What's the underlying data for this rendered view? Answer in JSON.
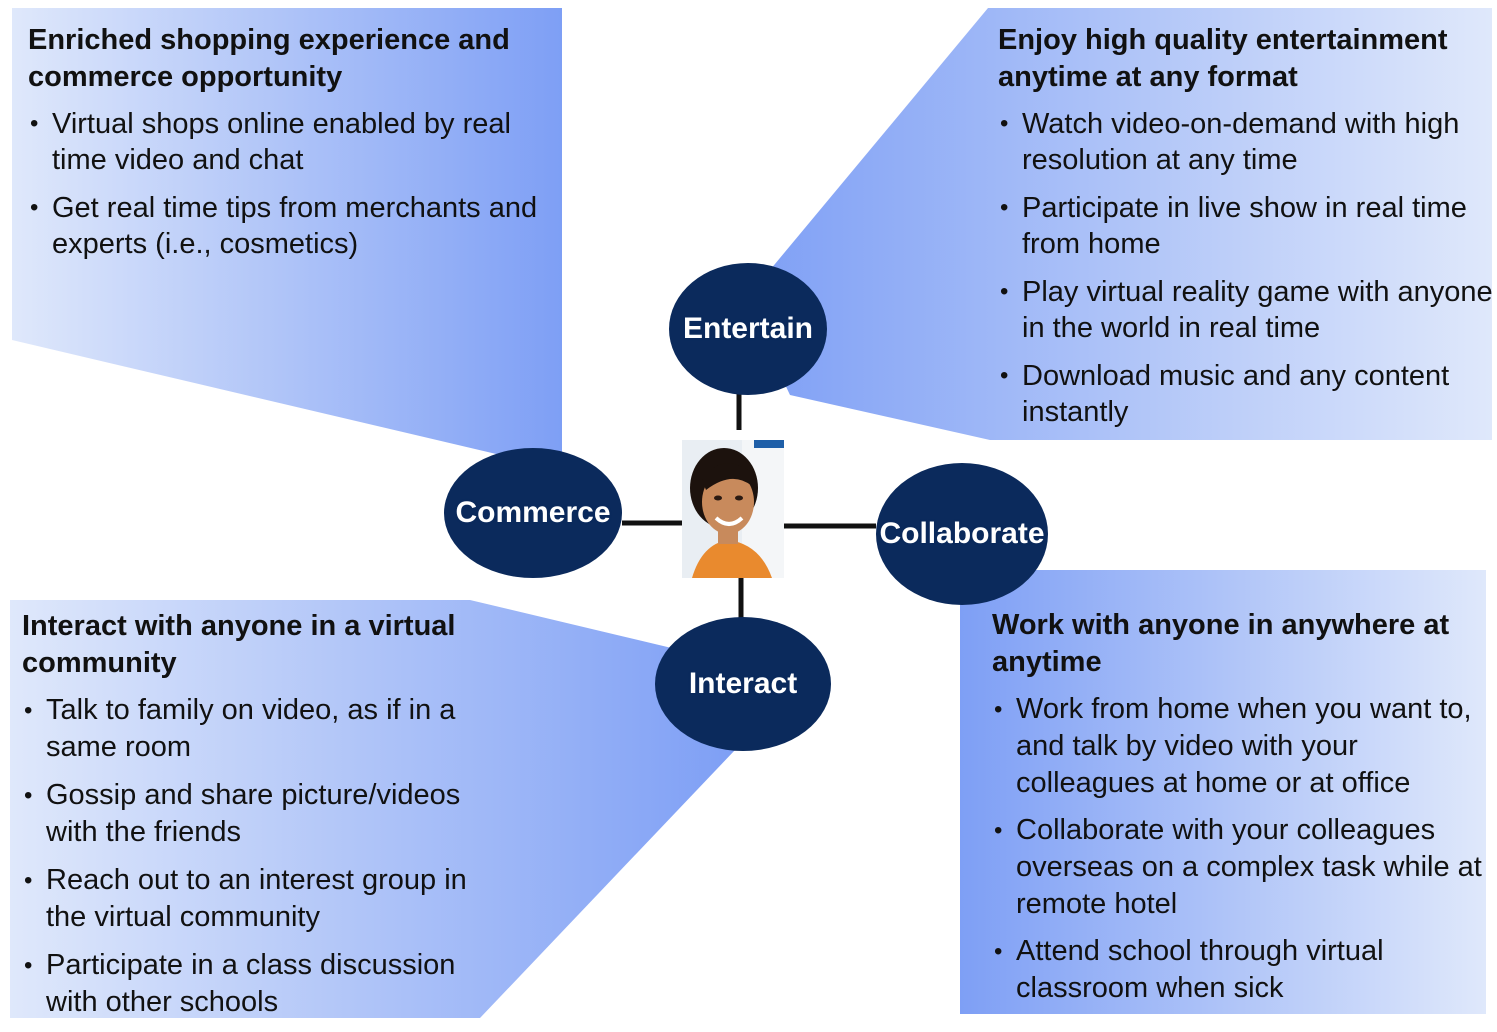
{
  "colors": {
    "panel_dark": "#7e9ff5",
    "panel_light": "#dfe8fb",
    "node_fill": "#0b2a5c",
    "node_text": "#ffffff"
  },
  "nodes": {
    "commerce": "Commerce",
    "entertain": "Entertain",
    "collaborate": "Collaborate",
    "interact": "Interact"
  },
  "panels": {
    "commerce": {
      "title": "Enriched shopping experience and commerce opportunity",
      "items": [
        "Virtual shops online enabled by real time video and chat",
        "Get real time tips from merchants and experts (i.e., cosmetics)"
      ]
    },
    "entertain": {
      "title": "Enjoy high quality entertainment anytime at any format",
      "items": [
        "Watch video-on-demand with high resolution at any time",
        "Participate in live show in real time from home",
        "Play virtual reality game with anyone in the world in real time",
        "Download music and any content instantly"
      ]
    },
    "interact": {
      "title": "Interact with anyone in a virtual community",
      "items": [
        "Talk to family on video, as if in a same room",
        "Gossip and share picture/videos with the friends",
        "Reach out to an interest group in the virtual community",
        "Participate in a class discussion with other schools"
      ]
    },
    "collaborate": {
      "title": "Work with anyone in anywhere at anytime",
      "items": [
        "Work from home when you want to, and talk by video with your colleagues at home or at office",
        "Collaborate with your colleagues overseas on a complex task while at remote hotel",
        "Attend school through virtual classroom when sick"
      ]
    }
  },
  "center_image": "smiling-person-photo"
}
